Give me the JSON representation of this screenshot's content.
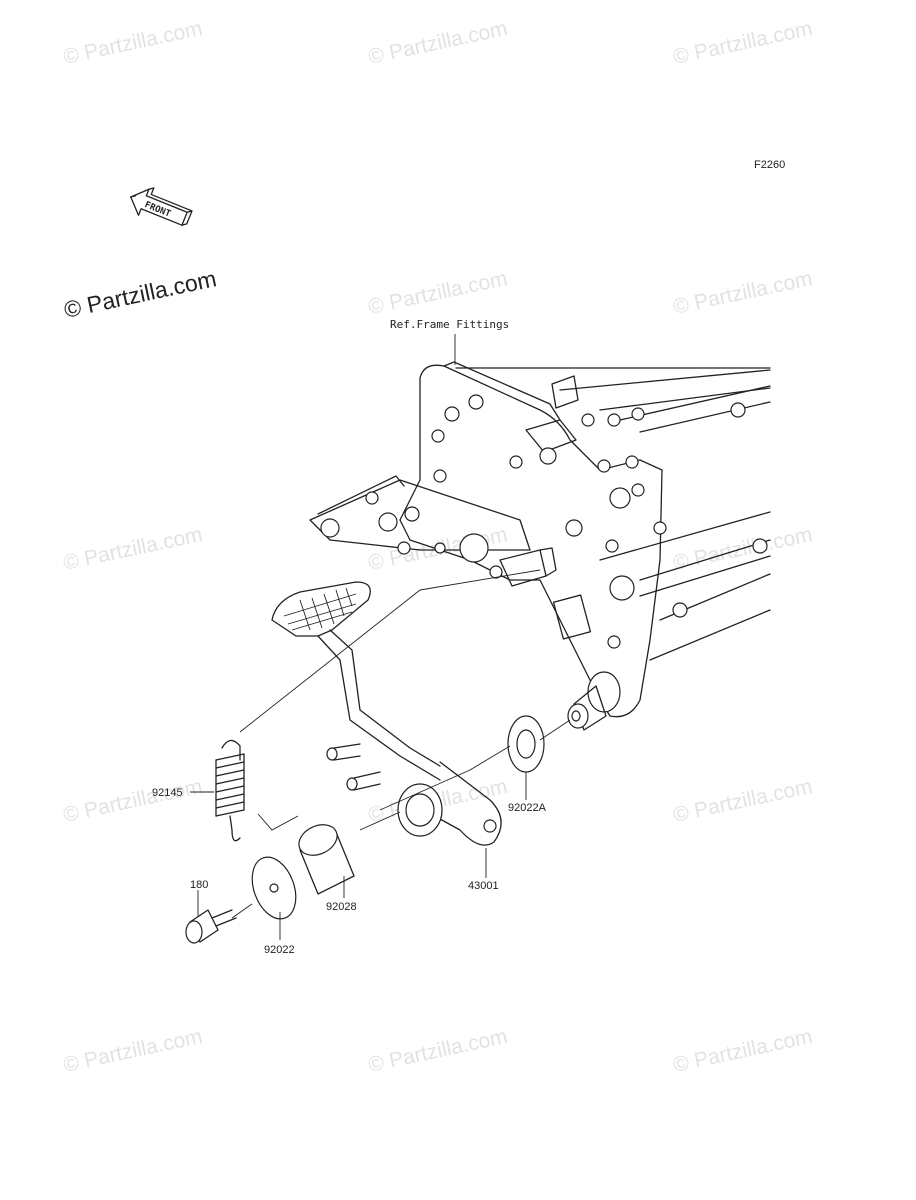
{
  "diagram": {
    "figure_code": "F2260",
    "front_arrow_label": "FRONT",
    "ref_label": "Ref.Frame Fittings",
    "watermark_text": "© Partzilla.com",
    "main_watermark_text": "© Partzilla.com"
  },
  "parts": [
    {
      "number": "92145"
    },
    {
      "number": "92022A"
    },
    {
      "number": "43001"
    },
    {
      "number": "180"
    },
    {
      "number": "92028"
    },
    {
      "number": "92022"
    }
  ],
  "colors": {
    "line": "#222222",
    "watermark": "#e2e2e2",
    "background": "#ffffff"
  }
}
